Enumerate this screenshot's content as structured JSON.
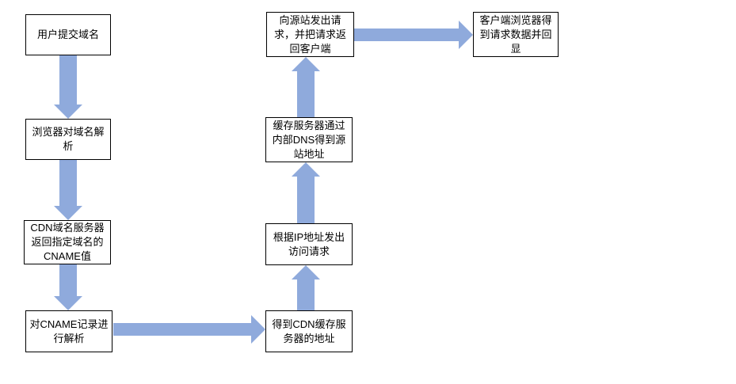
{
  "colors": {
    "accent": "#8FAADC",
    "box_border": "#000000",
    "box_fill": "#FFFFFF"
  },
  "nodes": [
    {
      "id": "user-submit-domain",
      "label": "用户提交域名"
    },
    {
      "id": "browser-resolve-domain",
      "label": "浏览器对域名解\n析"
    },
    {
      "id": "cdn-dns-return-cname",
      "label": "CDN域名服务器\n返回指定域名的\nCNAME值"
    },
    {
      "id": "resolve-cname-record",
      "label": "对CNAME记录进\n行解析"
    },
    {
      "id": "get-cdn-cache-server-address",
      "label": "得到CDN缓存服\n务器的地址"
    },
    {
      "id": "send-request-by-ip",
      "label": "根据IP地址发出\n访问请求"
    },
    {
      "id": "cache-server-internal-dns",
      "label": "缓存服务器通过\n内部DNS得到源\n站地址"
    },
    {
      "id": "request-origin-return-client",
      "label": "向源站发出请\n求，并把请求返\n回客户端"
    },
    {
      "id": "client-browser-display",
      "label": "客户端浏览器得\n到请求数据并回\n显"
    }
  ],
  "connections": [
    {
      "from": "user-submit-domain",
      "to": "browser-resolve-domain",
      "direction": "down"
    },
    {
      "from": "browser-resolve-domain",
      "to": "cdn-dns-return-cname",
      "direction": "down"
    },
    {
      "from": "cdn-dns-return-cname",
      "to": "resolve-cname-record",
      "direction": "down"
    },
    {
      "from": "resolve-cname-record",
      "to": "get-cdn-cache-server-address",
      "direction": "right"
    },
    {
      "from": "get-cdn-cache-server-address",
      "to": "send-request-by-ip",
      "direction": "up"
    },
    {
      "from": "send-request-by-ip",
      "to": "cache-server-internal-dns",
      "direction": "up"
    },
    {
      "from": "cache-server-internal-dns",
      "to": "request-origin-return-client",
      "direction": "up"
    },
    {
      "from": "request-origin-return-client",
      "to": "client-browser-display",
      "direction": "right"
    }
  ]
}
